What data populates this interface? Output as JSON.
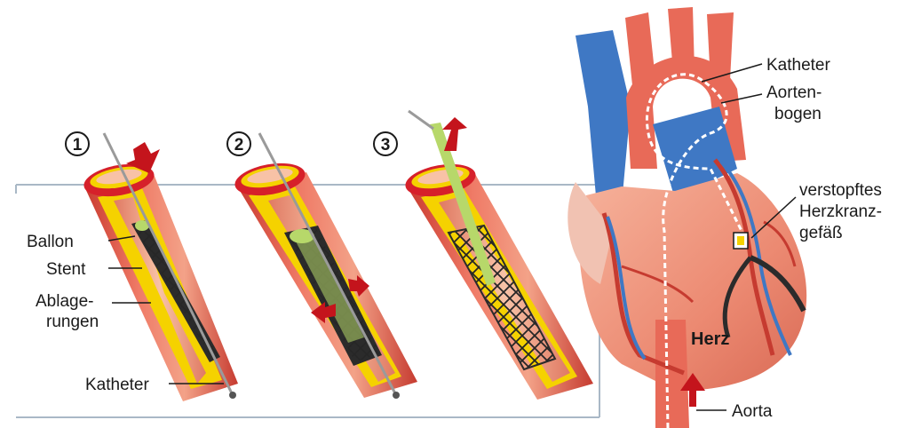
{
  "steps": [
    "1",
    "2",
    "3"
  ],
  "left_labels": {
    "ballon": "Ballon",
    "stent": "Stent",
    "ablage_1": "Ablage-",
    "ablage_2": "rungen",
    "katheter": "Katheter"
  },
  "right_labels": {
    "katheter": "Katheter",
    "aorten_1": "Aorten-",
    "aorten_2": "bogen",
    "verstopft_1": "verstopftes",
    "verstopft_2": "Herzkranz-",
    "verstopft_3": "gefäß",
    "herz": "Herz",
    "aorta": "Aorta"
  },
  "colors": {
    "vessel_wall": "#e0564a",
    "vessel_inner": "#f4a886",
    "plaque": "#f5d200",
    "rim": "#d6202a",
    "heart": "#ef8f76",
    "vein_blue": "#3f78c4",
    "arrow_red": "#c4141c",
    "stent_dark": "#2b2b2b",
    "balloon": "#b7d86a",
    "frame": "#a9b8c6"
  }
}
